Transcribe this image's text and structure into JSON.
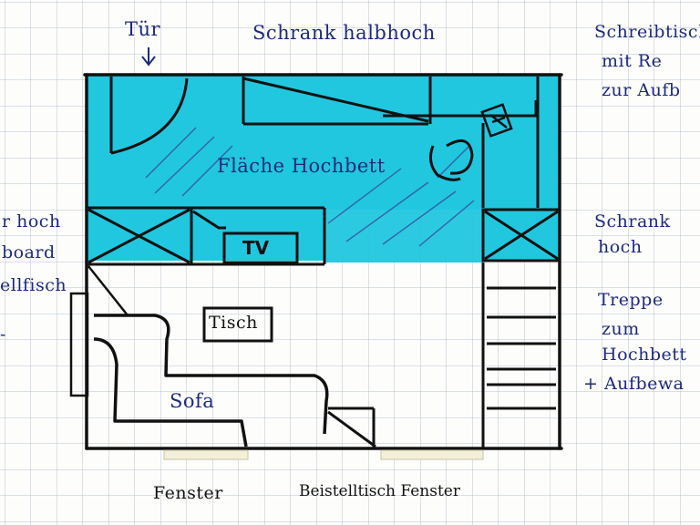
{
  "labels": {
    "tuer": "Tür",
    "schrank_halbhoch": "Schrank halbhoch",
    "schreibtisch_line1": "Schreibtisch",
    "schreibtisch_line2": "mit Re",
    "schreibtisch_line3": "zur Aufb",
    "flaeche_hochbett": "Fläche Hochbett",
    "left_line1": "r hoch",
    "left_line2": "board",
    "left_line3": "ellfisch",
    "left_line4": "-",
    "schrank_hoch_line1": "Schrank",
    "schrank_hoch_line2": "hoch",
    "treppe_line1": "Treppe",
    "treppe_line2": "zum",
    "treppe_line3": "Hochbett",
    "treppe_line4": "+ Aufbewa",
    "tv": "TV",
    "tisch": "Tisch",
    "sofa": "Sofa",
    "fenster_left": "Fenster",
    "beistelltisch_fenster": "Beistelltisch Fenster"
  },
  "colors": {
    "paper": "#fdfdfb",
    "grid": "#b9c3d3",
    "highlight": "#21c7df",
    "ink": "#111111",
    "pen": "#1d2a7a",
    "window": "#f3f0da"
  },
  "icons": {
    "arrow": "down-arrow-icon",
    "chair": "desk-chair-icon",
    "lamp": "desk-lamp-icon"
  }
}
